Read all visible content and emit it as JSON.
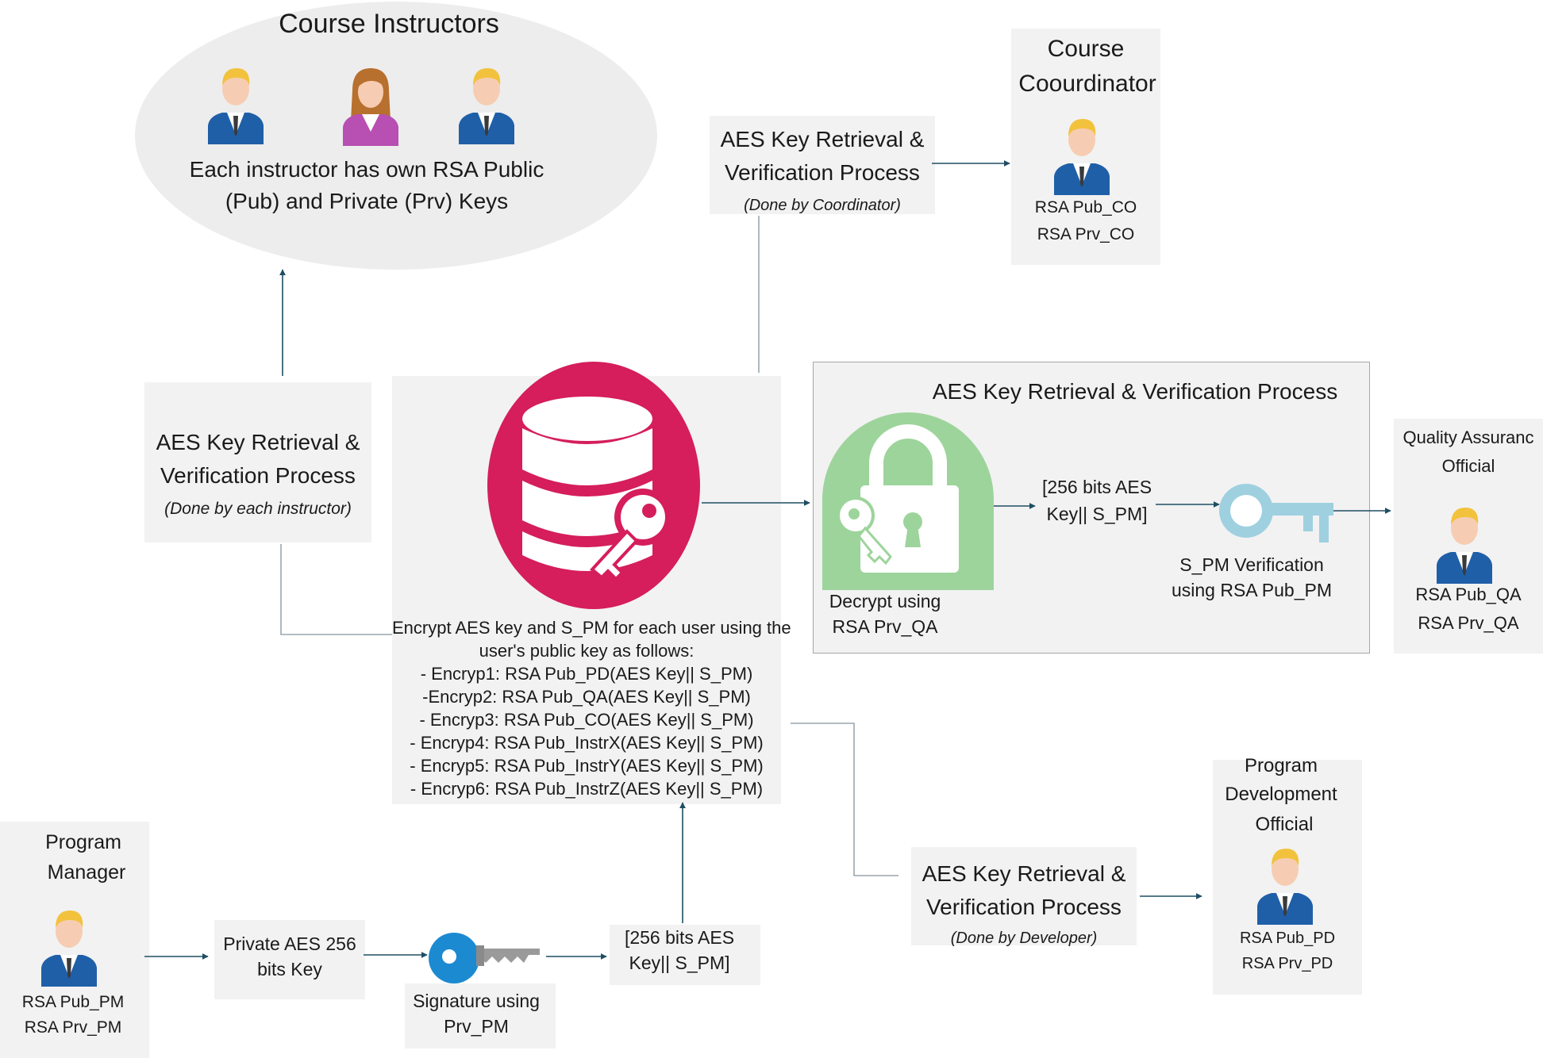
{
  "instructors": {
    "title": "Course Instructors",
    "desc_line1": "Each instructor has own RSA Public",
    "desc_line2": "(Pub) and Private (Prv) Keys"
  },
  "coordinator": {
    "title_line1": "Course",
    "title_line2": "Coourdinator",
    "pub": "RSA Pub_CO",
    "prv": "RSA Prv_CO"
  },
  "process_coordinator": {
    "line1": "AES Key Retrieval &",
    "line2": "Verification Process",
    "note": "(Done by Coordinator)"
  },
  "process_instructor": {
    "line1": "AES Key Retrieval &",
    "line2": "Verification Process",
    "note": "(Done by each instructor)"
  },
  "process_qa": {
    "title": "AES Key Retrieval & Verification Process",
    "decrypt_line1": "Decrypt using",
    "decrypt_line2": "RSA Prv_QA",
    "payload_line1": "[256 bits AES",
    "payload_line2": "Key|| S_PM]",
    "verify_line1": "S_PM Verification",
    "verify_line2": "using RSA Pub_PM"
  },
  "qa_official": {
    "title_line1": "Quality Assuranc",
    "title_line2": "Official",
    "pub": "RSA Pub_QA",
    "prv": "RSA Prv_QA"
  },
  "encrypt": {
    "lines": [
      "Encrypt AES key and S_PM for each user using the",
      "user's public key as follows:",
      "- Encryp1: RSA Pub_PD(AES Key|| S_PM)",
      "-Encryp2: RSA Pub_QA(AES Key|| S_PM)",
      "- Encryp3: RSA Pub_CO(AES Key|| S_PM)",
      "- Encryp4: RSA Pub_InstrX(AES Key|| S_PM)",
      "- Encryp5: RSA Pub_InstrY(AES Key|| S_PM)",
      "- Encryp6: RSA Pub_InstrZ(AES Key|| S_PM)"
    ]
  },
  "program_manager": {
    "title_line1": "Program",
    "title_line2": "Manager",
    "pub": "RSA Pub_PM",
    "prv": "RSA Prv_PM"
  },
  "private_key": {
    "line1": "Private AES 256",
    "line2": "bits Key"
  },
  "signature": {
    "line1": "Signature using",
    "line2": "Prv_PM"
  },
  "payload_bottom": {
    "line1": "[256 bits AES",
    "line2": "Key|| S_PM]"
  },
  "process_developer": {
    "line1": "AES Key Retrieval &",
    "line2": "Verification Process",
    "note": "(Done by Developer)"
  },
  "pd_official": {
    "title_line1": "Program",
    "title_line2": "Development",
    "title_line3": "Official",
    "pub": "RSA Pub_PD",
    "prv": "RSA Prv_PD"
  },
  "colors": {
    "box_fill": "#f2f2f2",
    "arrow": "#1f4e63",
    "database_circle": "#d51e5b",
    "lock_circle": "#9dd49b",
    "key_blue": "#9fd0e0",
    "signature_key_blue": "#1c8ad1",
    "suit_blue": "#1f5fa8"
  },
  "icons": [
    "person-icon",
    "database-key-icon",
    "padlock-key-icon",
    "key-icon",
    "signature-key-icon"
  ]
}
